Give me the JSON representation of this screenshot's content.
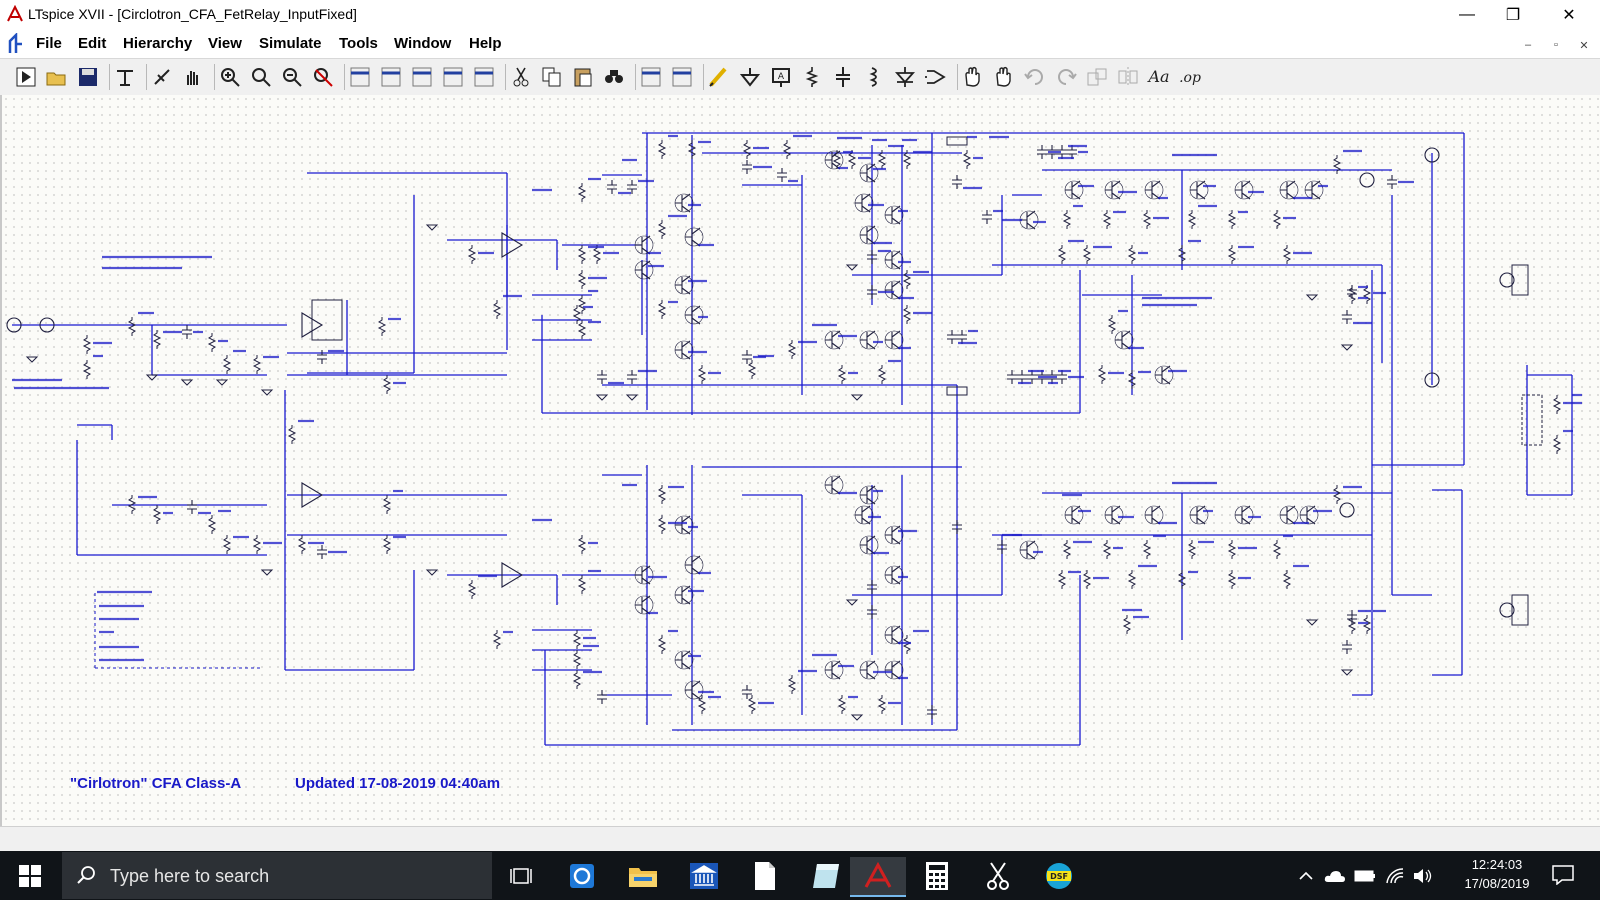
{
  "window": {
    "title": "LTspice XVII - [Circlotron_CFA_FetRelay_InputFixed]",
    "minimize_glyph": "—",
    "maximize_glyph": "❐",
    "close_glyph": "✕"
  },
  "menu": {
    "items": [
      "File",
      "Edit",
      "Hierarchy",
      "View",
      "Simulate",
      "Tools",
      "Window",
      "Help"
    ],
    "mdi_minimize": "–",
    "mdi_restore": "▫",
    "mdi_close": "✕"
  },
  "toolbar": {
    "buttons": [
      "run-icon",
      "open-icon",
      "save-icon",
      "control-panel-icon",
      "halt-icon",
      "pan-icon",
      "zoom-in-icon",
      "zoom-box-icon",
      "zoom-out-icon",
      "zoom-fit-icon",
      "tile-horizontal-icon",
      "tile-vertical-icon",
      "cascade-icon",
      "close-all-icon",
      "new-window-icon",
      "cut-icon",
      "copy-icon",
      "paste-icon",
      "find-icon",
      "print-icon",
      "print-setup-icon",
      "draw-wire-icon",
      "ground-icon",
      "label-net-icon",
      "resistor-icon",
      "capacitor-icon",
      "inductor-icon",
      "diode-icon",
      "component-icon",
      "move-icon",
      "drag-icon",
      "undo-icon",
      "redo-icon",
      "rotate-icon",
      "mirror-icon",
      "text-icon",
      "spice-directive-icon"
    ]
  },
  "schematic": {
    "title_note": "\"Cirlotron\" CFA Class-A",
    "updated_note": "Updated 17-08-2019   04:40am",
    "colors": {
      "wire": "#1a1ad0",
      "component": "#202040",
      "text": "#1919c8",
      "grid": "#9a9a9a"
    }
  },
  "taskbar": {
    "search_placeholder": "Type here to search",
    "time": "12:24:03",
    "date": "17/08/2019"
  }
}
